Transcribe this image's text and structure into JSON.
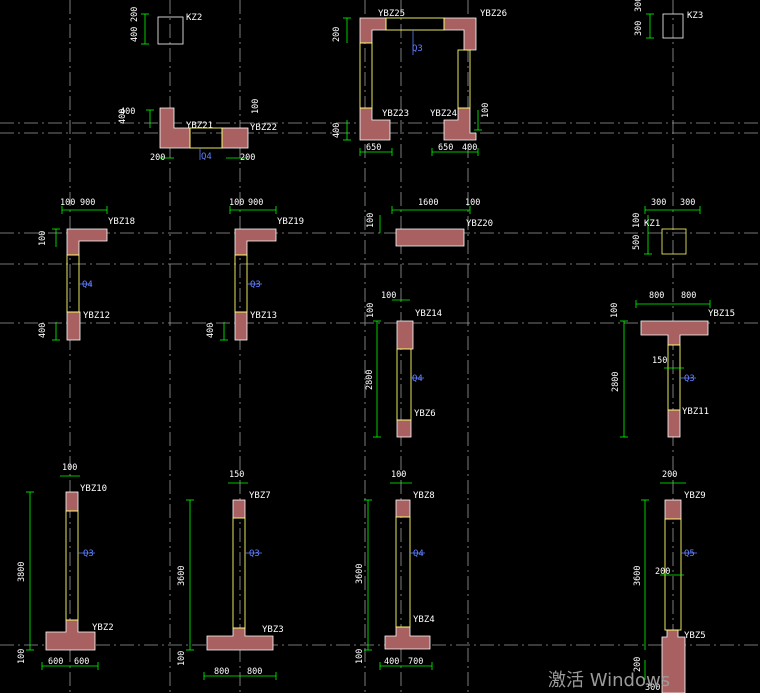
{
  "colors": {
    "background": "#000000",
    "axis_line": "#9a9a9a",
    "column_fill": "#a86060",
    "column_edge": "#ffffff",
    "wall_edge": "#ffff66",
    "dim_line": "#00ff00",
    "leader": "#5f7fff"
  },
  "labels": {
    "kz2": "KZ2",
    "kz3": "KZ3",
    "kz1": "KZ1",
    "ybz25": "YBZ25",
    "ybz26": "YBZ26",
    "ybz23": "YBZ23",
    "ybz24": "YBZ24",
    "ybz21": "YBZ21",
    "ybz22": "YBZ22",
    "ybz18": "YBZ18",
    "ybz19": "YBZ19",
    "ybz20": "YBZ20",
    "ybz12": "YBZ12",
    "ybz13": "YBZ13",
    "ybz14": "YBZ14",
    "ybz15": "YBZ15",
    "ybz6": "YBZ6",
    "ybz11": "YBZ11",
    "ybz10": "YBZ10",
    "ybz7": "YBZ7",
    "ybz8": "YBZ8",
    "ybz9": "YBZ9",
    "ybz2": "YBZ2",
    "ybz3": "YBZ3",
    "ybz4": "YBZ4",
    "ybz5": "YBZ5"
  },
  "wall_tags": {
    "t03_top": "Q3",
    "t04_mid": "Q4",
    "t04_l": "Q4",
    "t03_m": "Q3",
    "t04_r": "Q4",
    "t03_r": "Q3",
    "t03_a": "Q3",
    "t03_b": "Q3",
    "t04_c": "Q4",
    "t05_d": "Q5"
  },
  "dims": {
    "d200a": "200",
    "d400a": "400",
    "d300a": "300",
    "d300b": "300",
    "d200b": "200",
    "d400b": "400",
    "d400c": "400",
    "d100a": "100",
    "d650a": "650",
    "d650b": "650",
    "d400d": "400",
    "d200c": "200",
    "d200d": "200",
    "d400e": "400",
    "d100b": "100",
    "d100c": "100",
    "d900a": "900",
    "d100d": "100",
    "d900b": "900",
    "d1600": "1600",
    "d100e": "100",
    "d300c": "300",
    "d300d": "300",
    "d100f": "100",
    "d100g": "100",
    "d100h": "100",
    "d500": "500",
    "d400f": "400",
    "d400g": "400",
    "d100i": "100",
    "d100j": "100",
    "d800a": "800",
    "d800b": "800",
    "d100k": "100",
    "d2800a": "2800",
    "d150a": "150",
    "d2800b": "2800",
    "d100l": "100",
    "d150b": "150",
    "d100m": "100",
    "d200e": "200",
    "d3800": "3800",
    "d3600a": "3600",
    "d3600b": "3600",
    "d3600c": "3600",
    "d200f": "200",
    "d100n": "100",
    "d600a": "600",
    "d600b": "600",
    "d100o": "100",
    "d800c": "800",
    "d800d": "800",
    "d100p": "100",
    "d400h": "400",
    "d700": "700",
    "d200g": "200",
    "d300e": "300"
  },
  "watermark": "激活 Windows"
}
